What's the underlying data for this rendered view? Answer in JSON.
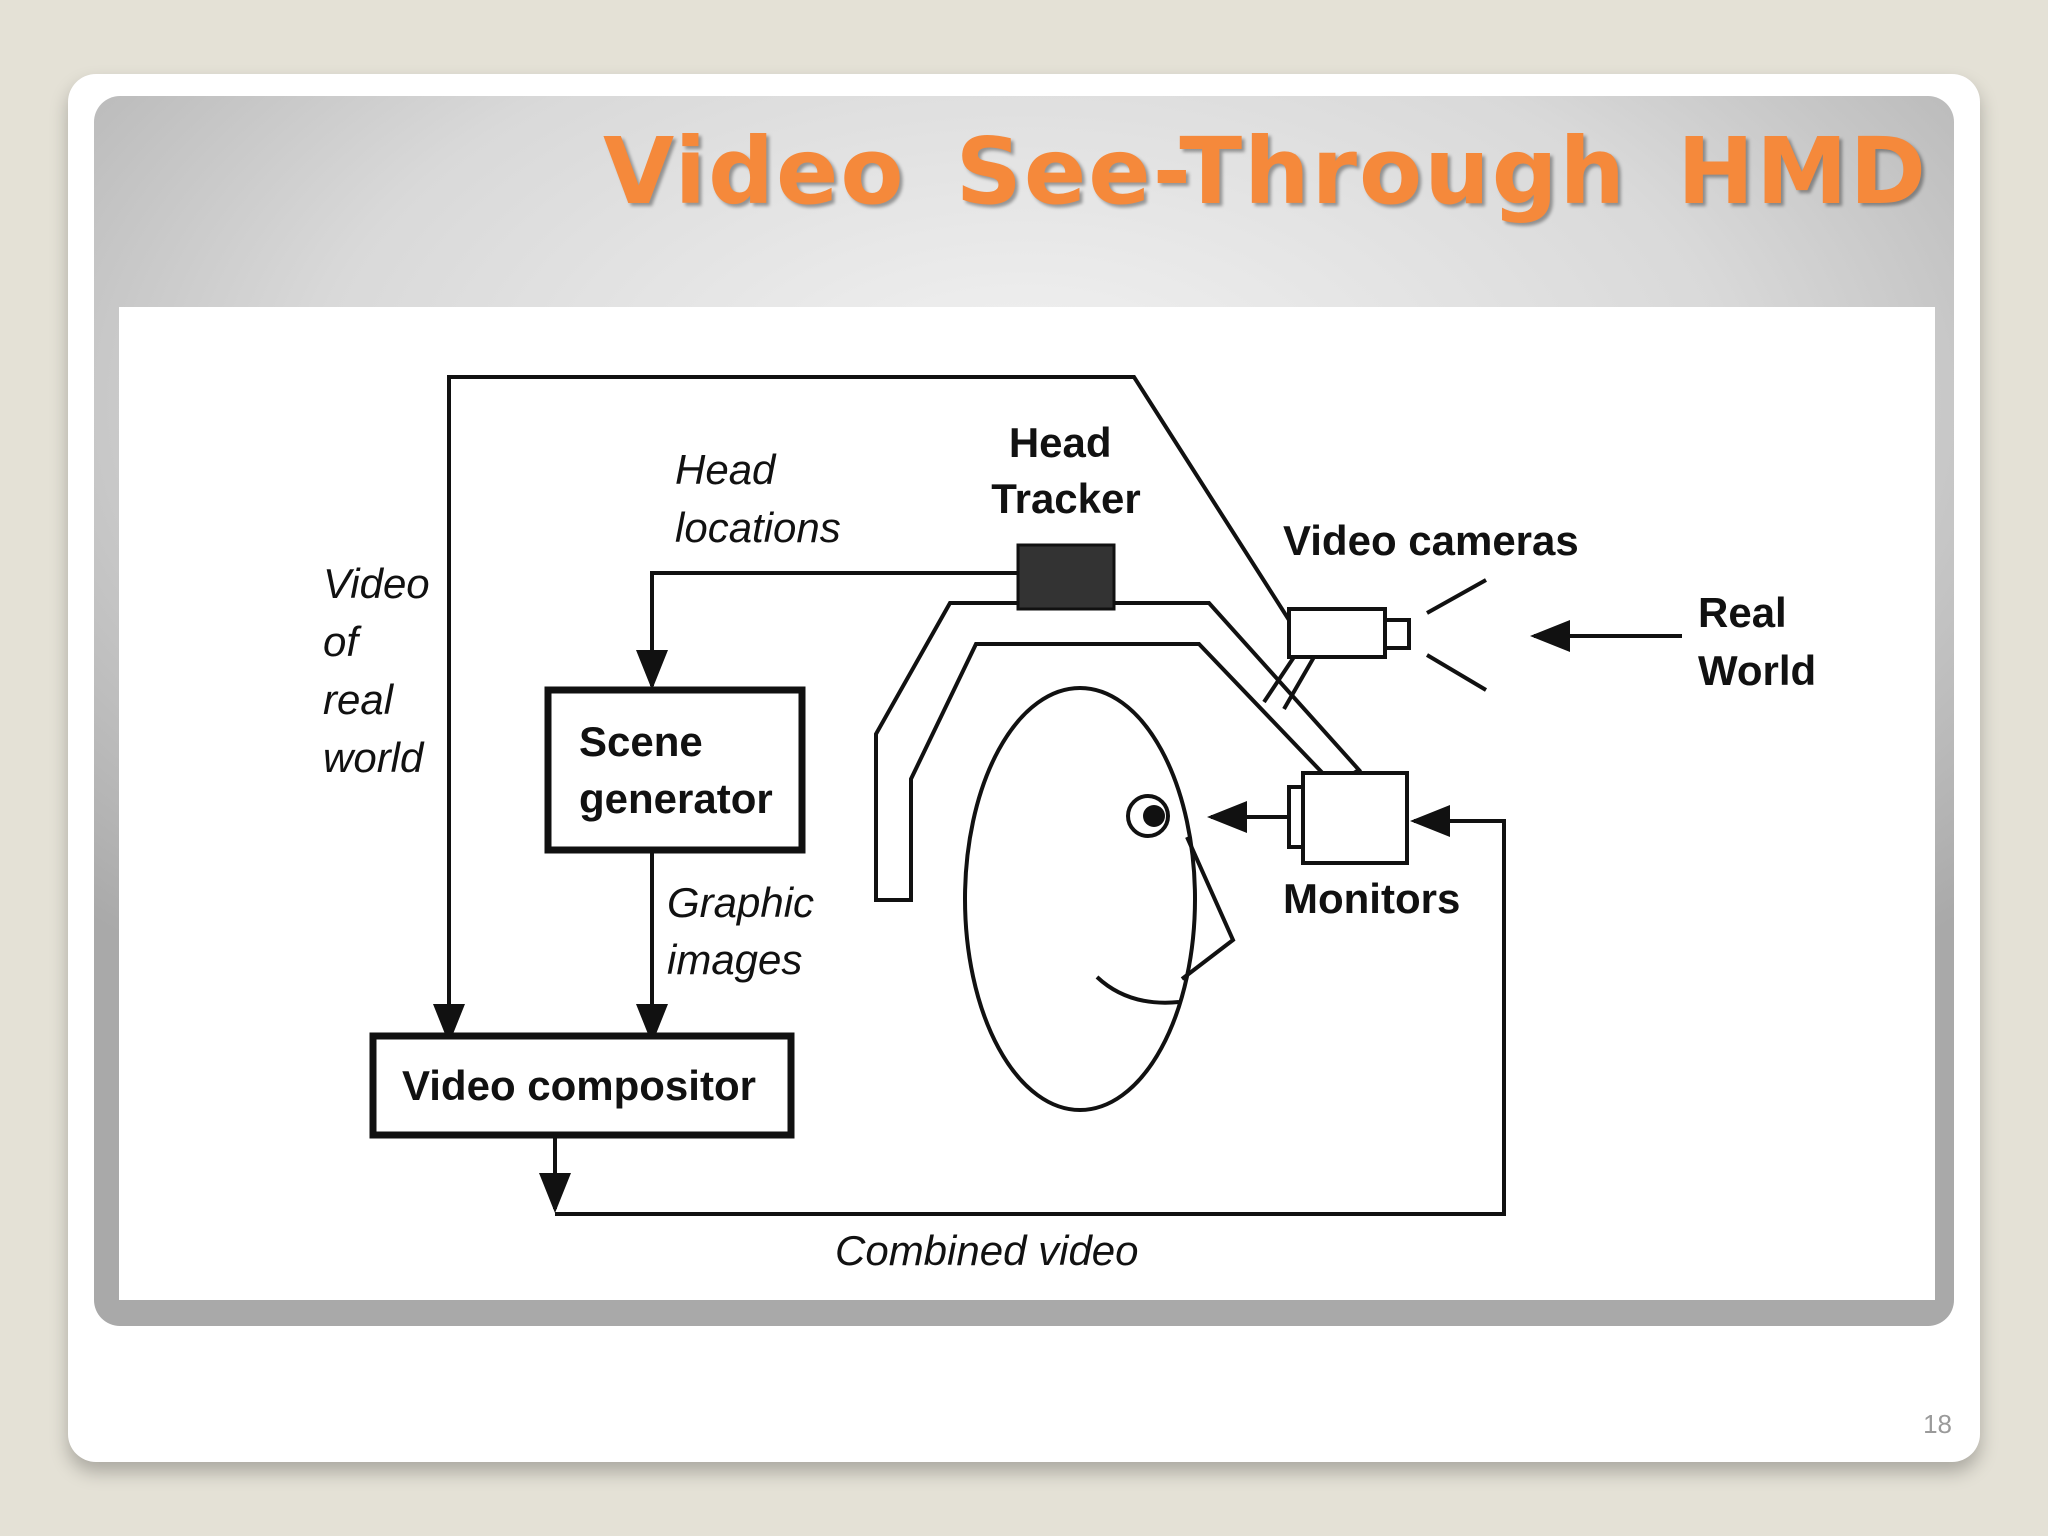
{
  "slide": {
    "title": "Video See-Through HMD",
    "page_number": "18"
  },
  "diagram": {
    "head_tracker": [
      "Head",
      "Tracker"
    ],
    "head_locations": [
      "Head",
      "locations"
    ],
    "video_of_real_world": [
      "Video",
      "of",
      "real",
      "world"
    ],
    "scene_generator": [
      "Scene",
      "generator"
    ],
    "graphic_images": [
      "Graphic",
      "images"
    ],
    "video_compositor": "Video compositor",
    "combined_video": "Combined video",
    "video_cameras": "Video cameras",
    "real_world": [
      "Real",
      "World"
    ],
    "monitors": "Monitors"
  }
}
